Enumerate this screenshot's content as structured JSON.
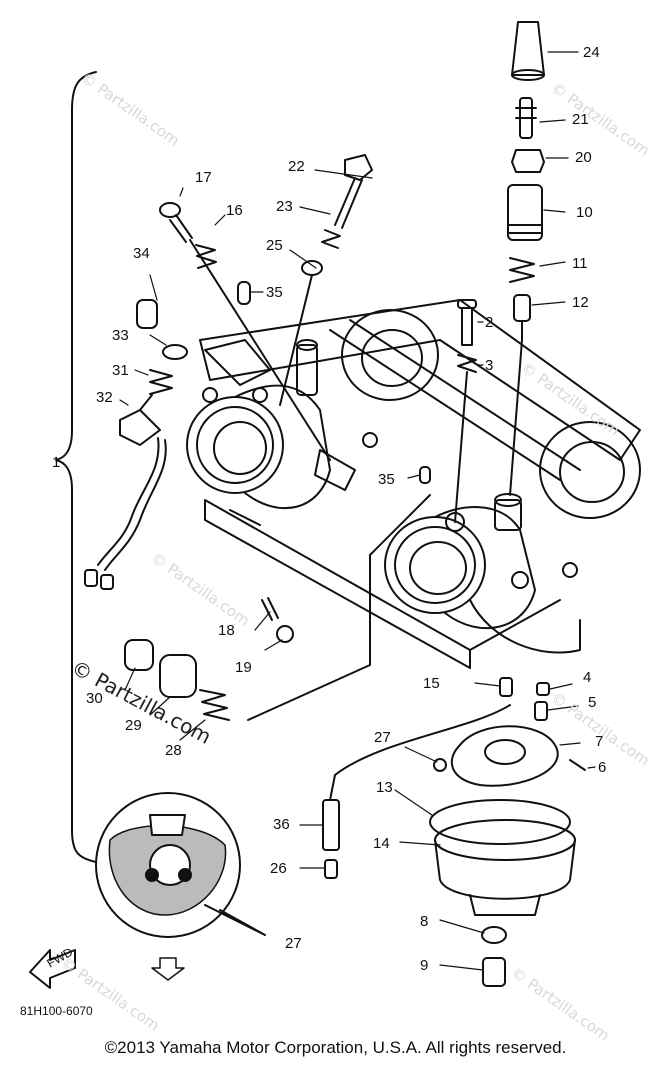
{
  "callouts": [
    "1",
    "2",
    "3",
    "4",
    "5",
    "6",
    "7",
    "8",
    "9",
    "10",
    "11",
    "12",
    "13",
    "14",
    "15",
    "16",
    "17",
    "18",
    "19",
    "20",
    "21",
    "22",
    "23",
    "24",
    "25",
    "26",
    "27",
    "27",
    "28",
    "29",
    "30",
    "31",
    "32",
    "33",
    "34",
    "35",
    "35",
    "36"
  ],
  "watermark": "© Partzilla.com",
  "figure_code": "81H100-6070",
  "front_label": "FWD",
  "copyright": "©2013  Yamaha Motor Corporation, U.S.A. All rights reserved."
}
